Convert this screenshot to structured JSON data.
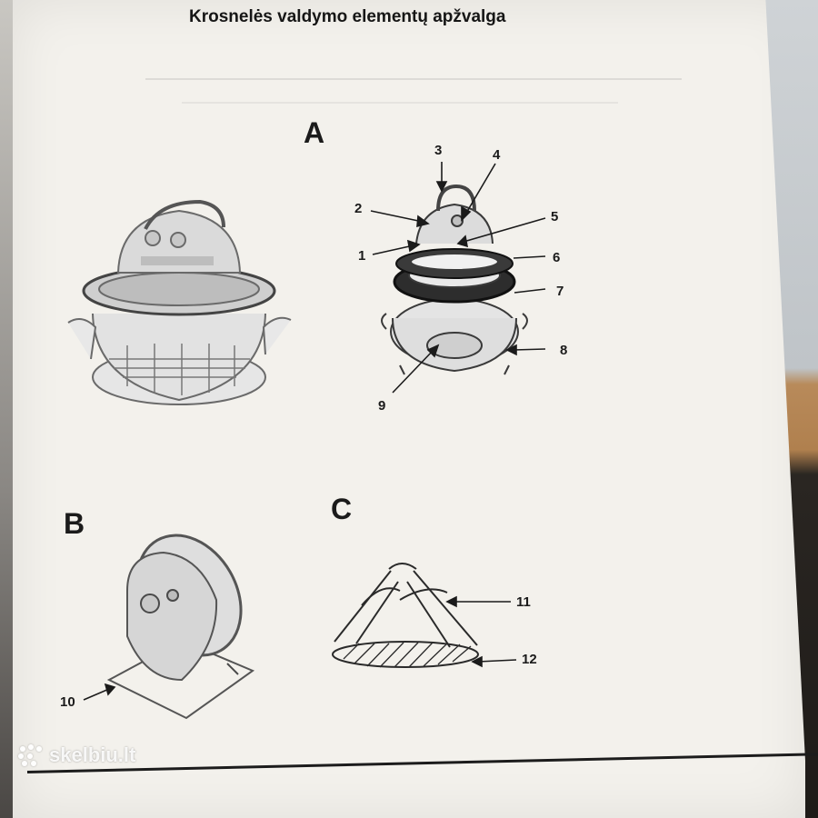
{
  "document": {
    "title": "Krosnelės valdymo elementų apžvalga"
  },
  "sections": {
    "a_label": "A",
    "b_label": "B",
    "c_label": "C"
  },
  "callouts": [
    "1",
    "2",
    "3",
    "4",
    "5",
    "6",
    "7",
    "8",
    "9",
    "10",
    "11",
    "12"
  ],
  "watermark": {
    "text": "skelbiu.lt",
    "icon": "dots-logo-icon"
  },
  "colors": {
    "paper": "#f3f1ec",
    "ink": "#1b1b1b"
  }
}
